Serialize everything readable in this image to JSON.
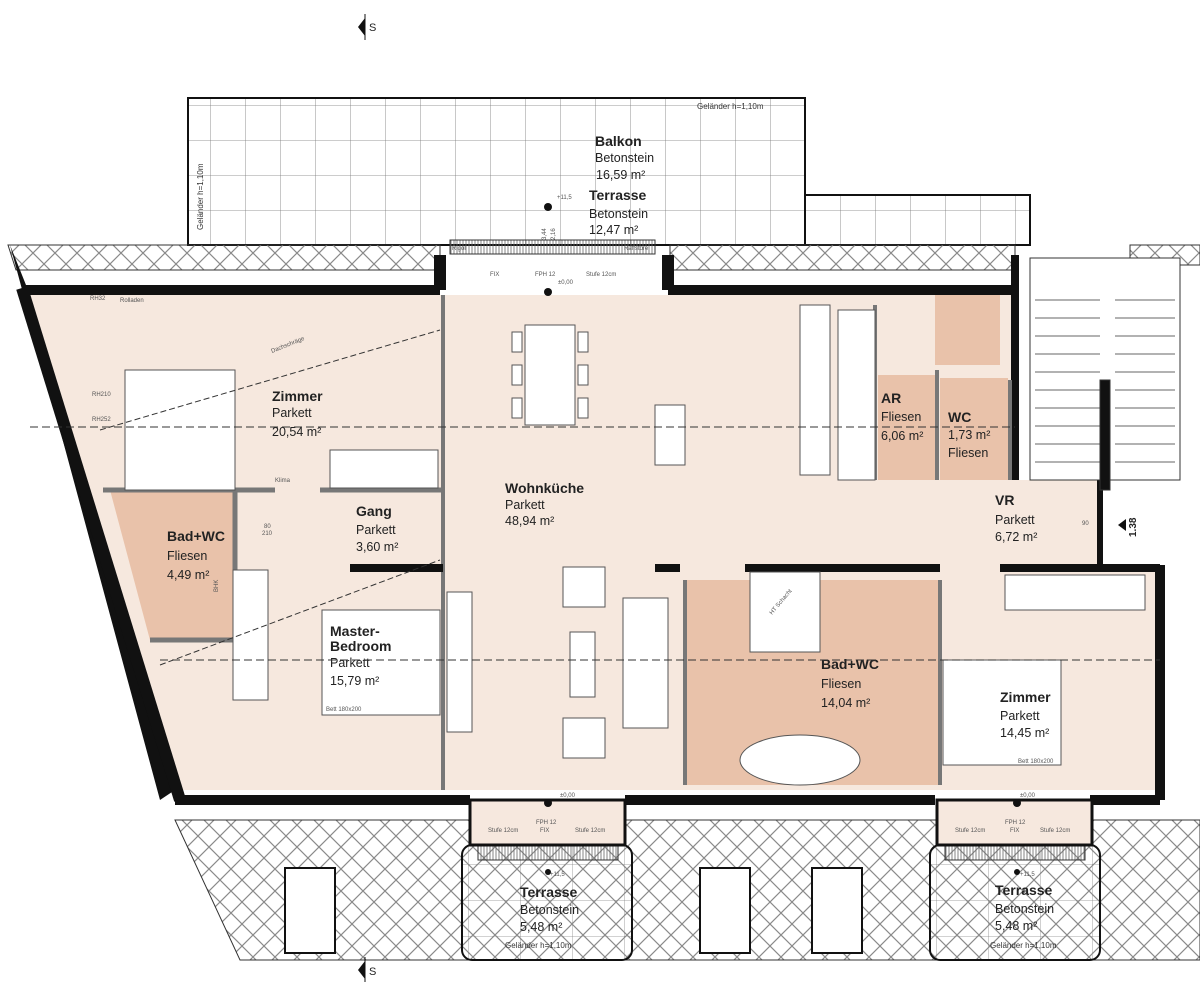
{
  "colors": {
    "floor": "#f6e8de",
    "tile": "#e9c2aa",
    "wall": "#111111",
    "hatch": "#8a8a8a"
  },
  "section_marker": {
    "label": "S"
  },
  "top": {
    "railing_note": "Geländer h=1,10m",
    "railing_note_side": "Geländer h=1,10m",
    "balkon": {
      "name": "Balkon",
      "floor": "Betonstein",
      "area": "16,59 m²"
    },
    "terrasse": {
      "name": "Terrasse",
      "floor": "Betonstein",
      "area": "12,47 m²"
    },
    "level_outside": "+11,5",
    "dim_a": "3,44",
    "dim_b": "2,16",
    "door": {
      "fix": "FIX",
      "fph": "FPH 12",
      "level": "±0,00",
      "step": "Stufe 12cm",
      "riegel": "Rigol",
      "raff": "Raffstore"
    }
  },
  "rooms": {
    "zimmer1": {
      "name": "Zimmer",
      "floor": "Parkett",
      "area": "20,54 m²"
    },
    "gang": {
      "name": "Gang",
      "floor": "Parkett",
      "area": "3,60 m²"
    },
    "bad1": {
      "name": "Bad+WC",
      "floor": "Fliesen",
      "area": "4,49 m²"
    },
    "master": {
      "name1": "Master-",
      "name2": "Bedroom",
      "floor": "Parkett",
      "area": "15,79 m²",
      "bed": "Bett 180x200"
    },
    "wohnkueche": {
      "name": "Wohnküche",
      "floor": "Parkett",
      "area": "48,94 m²"
    },
    "ar": {
      "name": "AR",
      "floor": "Fliesen",
      "area": "6,06 m²"
    },
    "wc": {
      "name": "WC",
      "area": "1,73 m²",
      "floor": "Fliesen"
    },
    "vr": {
      "name": "VR",
      "floor": "Parkett",
      "area": "6,72 m²"
    },
    "bad2": {
      "name": "Bad+WC",
      "floor": "Fliesen",
      "area": "14,04 m²",
      "shower": "HT Schacht"
    },
    "zimmer2": {
      "name": "Zimmer",
      "floor": "Parkett",
      "area": "14,45 m²",
      "bed": "Bett 180x200"
    }
  },
  "annotations": {
    "rh32": "RH32",
    "rh210": "RH210",
    "rh252": "RH252",
    "rolladen": "Rolladen",
    "klima": "Klima",
    "bhk": "BHK",
    "door_80": "80",
    "door_90": "90",
    "door_210": "210",
    "entry_level": "1.38",
    "dachschraege": "Dachschräge"
  },
  "bottom": {
    "terrasse_left": {
      "name": "Terrasse",
      "floor": "Betonstein",
      "area": "5,48 m²",
      "railing": "Geländer h=1,10m"
    },
    "terrasse_right": {
      "name": "Terrasse",
      "floor": "Betonstein",
      "area": "5,48 m²",
      "railing": "Geländer h=1,10m"
    },
    "door": {
      "fix": "FIX",
      "fph": "FPH 12",
      "level": "±0,00",
      "step": "Stufe 12cm",
      "outside": "+11,5"
    }
  }
}
